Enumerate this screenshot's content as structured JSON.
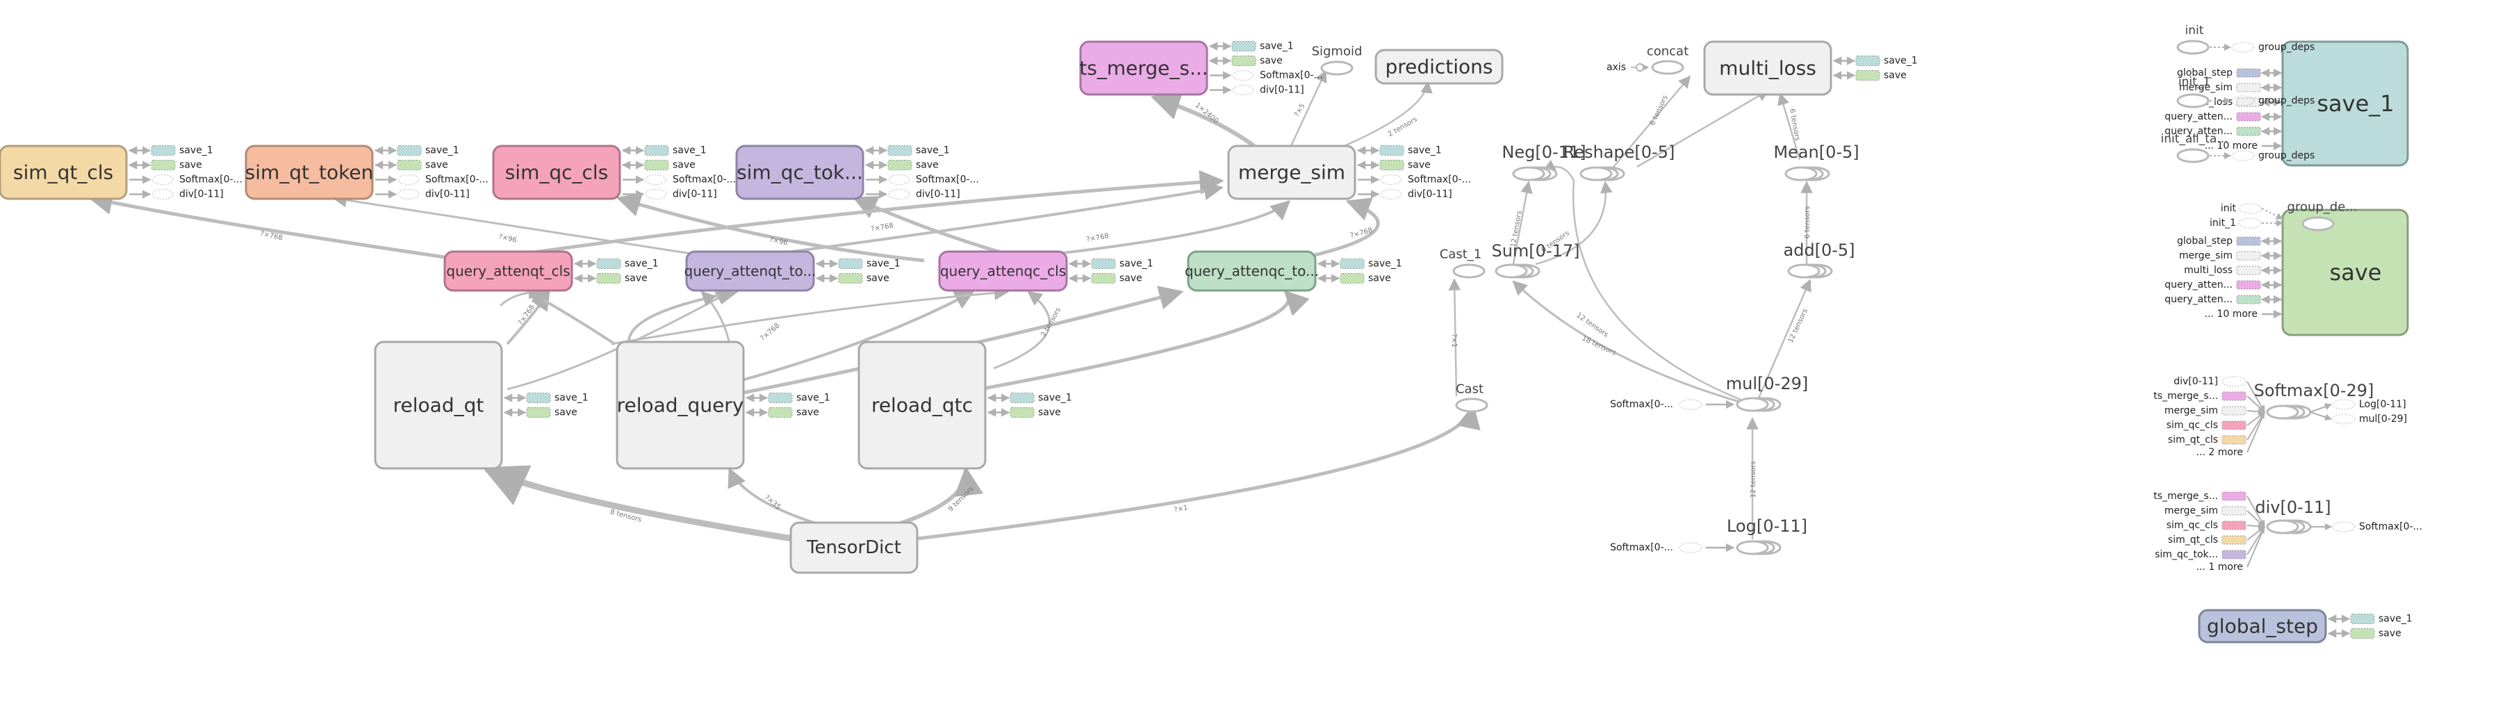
{
  "colors": {
    "edge": "#bdbdbd",
    "default_fill": "#f0f0f0",
    "default_stroke": "#a8a8a8",
    "save_1_fill": "#bcdcdc",
    "save_fill": "#c5e2b5"
  },
  "groups": [
    {
      "id": "sim_qt_cls",
      "label": "sim_qt_cls",
      "fill": "#f2d9a6",
      "stroke": "#b39f78",
      "aux": [
        "save_1",
        "save",
        "Softmax[0-...",
        "div[0-11]"
      ]
    },
    {
      "id": "sim_qt_token",
      "label": "sim_qt_token",
      "fill": "#f5bca0",
      "stroke": "#b38a75",
      "aux": [
        "save_1",
        "save",
        "Softmax[0-...",
        "div[0-11]"
      ]
    },
    {
      "id": "sim_qc_cls",
      "label": "sim_qc_cls",
      "fill": "#f4a3bb",
      "stroke": "#b07488",
      "aux": [
        "save_1",
        "save",
        "Softmax[0-...",
        "div[0-11]"
      ]
    },
    {
      "id": "sim_qc_token",
      "label": "sim_qc_tok...",
      "fill": "#c5b6e0",
      "stroke": "#8f83a6",
      "aux": [
        "save_1",
        "save",
        "Softmax[0-...",
        "div[0-11]"
      ]
    },
    {
      "id": "ts_merge_sim",
      "label": "ts_merge_s...",
      "fill": "#ebabe6",
      "stroke": "#a675a1",
      "aux": [
        "save_1",
        "save",
        "Softmax[0-...",
        "div[0-11]"
      ]
    },
    {
      "id": "predictions",
      "label": "predictions",
      "fill": "#f0f0f0",
      "stroke": "#a8a8a8",
      "aux": []
    },
    {
      "id": "merge_sim",
      "label": "merge_sim",
      "fill": "#f0f0f0",
      "stroke": "#a8a8a8",
      "aux": [
        "save_1",
        "save",
        "Softmax[0-...",
        "div[0-11]"
      ]
    },
    {
      "id": "query_attenqt_cls",
      "label": "query_attenqt_cls",
      "fill": "#f4a3bb",
      "stroke": "#b07488",
      "aux": [
        "save_1",
        "save"
      ]
    },
    {
      "id": "query_attenqt_token",
      "label": "query_attenqt_to...",
      "fill": "#c5b6e0",
      "stroke": "#8f83a6",
      "aux": [
        "save_1",
        "save"
      ]
    },
    {
      "id": "query_attenqc_cls",
      "label": "query_attenqc_cls",
      "fill": "#ebabe6",
      "stroke": "#a675a1",
      "aux": [
        "save_1",
        "save"
      ]
    },
    {
      "id": "query_attenqc_token",
      "label": "query_attenqc_to...",
      "fill": "#bde0c6",
      "stroke": "#7fa089",
      "aux": [
        "save_1",
        "save"
      ]
    },
    {
      "id": "reload_qt",
      "label": "reload_qt",
      "fill": "#f0f0f0",
      "stroke": "#a8a8a8",
      "aux": [
        "save_1",
        "save"
      ]
    },
    {
      "id": "reload_query",
      "label": "reload_query",
      "fill": "#f0f0f0",
      "stroke": "#a8a8a8",
      "aux": [
        "save_1",
        "save"
      ]
    },
    {
      "id": "reload_qtc",
      "label": "reload_qtc",
      "fill": "#f0f0f0",
      "stroke": "#a8a8a8",
      "aux": [
        "save_1",
        "save"
      ]
    },
    {
      "id": "tensordict",
      "label": "TensorDict",
      "fill": "#f0f0f0",
      "stroke": "#a8a8a8",
      "aux": []
    },
    {
      "id": "multi_loss",
      "label": "multi_loss",
      "fill": "#f0f0f0",
      "stroke": "#a8a8a8",
      "aux": [
        "save_1",
        "save"
      ]
    },
    {
      "id": "global_step",
      "label": "global_step",
      "fill": "#b8c2dc",
      "stroke": "#7d869c",
      "aux": [
        "save_1",
        "save"
      ]
    }
  ],
  "ops": [
    {
      "id": "sigmoid",
      "label": "Sigmoid",
      "series": false
    },
    {
      "id": "concat",
      "label": "concat",
      "series": false
    },
    {
      "id": "axis",
      "label": "axis",
      "series": false
    },
    {
      "id": "neg",
      "label": "Neg[0-11]",
      "series": true
    },
    {
      "id": "reshape",
      "label": "Reshape[0-5]",
      "series": true
    },
    {
      "id": "mean",
      "label": "Mean[0-5]",
      "series": true
    },
    {
      "id": "cast_1",
      "label": "Cast_1",
      "series": false
    },
    {
      "id": "sum",
      "label": "Sum[0-17]",
      "series": true
    },
    {
      "id": "add",
      "label": "add[0-5]",
      "series": true
    },
    {
      "id": "cast",
      "label": "Cast",
      "series": false
    },
    {
      "id": "mul",
      "label": "mul[0-29]",
      "series": true
    },
    {
      "id": "log",
      "label": "Log[0-11]",
      "series": true
    },
    {
      "id": "softmax",
      "label": "Softmax[0-29]",
      "series": true
    },
    {
      "id": "div",
      "label": "div[0-11]",
      "series": true
    }
  ],
  "edge_labels": {
    "ts_merge_from_merge": "1×2400",
    "sigmoid_from_merge": "?×5",
    "predictions_from_merge": "2 tensors",
    "simqtcls_from_attn": "?×768",
    "simqttoken_from_attn": "?×96",
    "simqccls_from_attn": "?×96",
    "attn_cross_1": "?×768",
    "attn_cross_2": "?×768",
    "attn_cross_3": "?×768",
    "reload_qt_to_attn": "?×768",
    "reload_query_to_attn": "?×768",
    "reload_qtc_to_attn": "2 tensors",
    "tensordict_reload_qt": "8 tensors",
    "tensordict_reload_query": "?×35",
    "tensordict_reload_qtc": "9 tensors",
    "tensordict_cast": "?×1",
    "cast_to_cast1": "?×1",
    "reshape_to_concat": "6 tensors",
    "mean_to_loss": "6 tensors",
    "sum_to_neg": "12 tensors",
    "sum_to_reshape": "6 tensors",
    "add_to_mean": "6 tensors",
    "mul_to_sum": "18 tensors",
    "neg_to_mul": "12 tensors",
    "mul_to_add": "12 tensors",
    "log_to_mul": "12 tensors"
  },
  "misc_labels": {
    "softmax_ref": "Softmax[0-...",
    "init": "init",
    "init_1": "init_1",
    "init_all_tables": "init_all_ta...",
    "group_deps": "group_deps",
    "group_de": "group_de...",
    "ten_more": "... 10 more",
    "two_more": "... 2 more",
    "one_more": "... 1 more",
    "log_ref": "Log[0-11]",
    "mul_ref": "mul[0-29]"
  },
  "save_1_panel": {
    "label": "save_1",
    "fill": "#bcdcdc",
    "stroke": "#7f9a9a",
    "inputs": [
      {
        "label": "global_step",
        "color": "#b8c2dc"
      },
      {
        "label": "merge_sim",
        "color": "#f0f0f0"
      },
      {
        "label": "multi_loss",
        "color": "#f0f0f0"
      },
      {
        "label": "query_atten...",
        "color": "#ebabe6"
      },
      {
        "label": "query_atten...",
        "color": "#bde0c6"
      }
    ]
  },
  "save_panel": {
    "label": "save",
    "fill": "#c5e2b5",
    "stroke": "#88a07c",
    "inputs": [
      {
        "label": "global_step",
        "color": "#b8c2dc"
      },
      {
        "label": "merge_sim",
        "color": "#f0f0f0"
      },
      {
        "label": "multi_loss",
        "color": "#f0f0f0"
      },
      {
        "label": "query_atten...",
        "color": "#ebabe6"
      },
      {
        "label": "query_atten...",
        "color": "#bde0c6"
      }
    ]
  },
  "softmax_panel": {
    "inputs": [
      {
        "label": "div[0-11]",
        "color": "none"
      },
      {
        "label": "ts_merge_s...",
        "color": "#ebabe6"
      },
      {
        "label": "merge_sim",
        "color": "#f0f0f0"
      },
      {
        "label": "sim_qc_cls",
        "color": "#f4a3bb"
      },
      {
        "label": "sim_qt_cls",
        "color": "#f2d9a6"
      }
    ]
  },
  "div_panel": {
    "inputs": [
      {
        "label": "ts_merge_s...",
        "color": "#ebabe6"
      },
      {
        "label": "merge_sim",
        "color": "#f0f0f0"
      },
      {
        "label": "sim_qc_cls",
        "color": "#f4a3bb"
      },
      {
        "label": "sim_qt_cls",
        "color": "#f2d9a6"
      },
      {
        "label": "sim_qc_tok...",
        "color": "#c5b6e0"
      }
    ]
  }
}
